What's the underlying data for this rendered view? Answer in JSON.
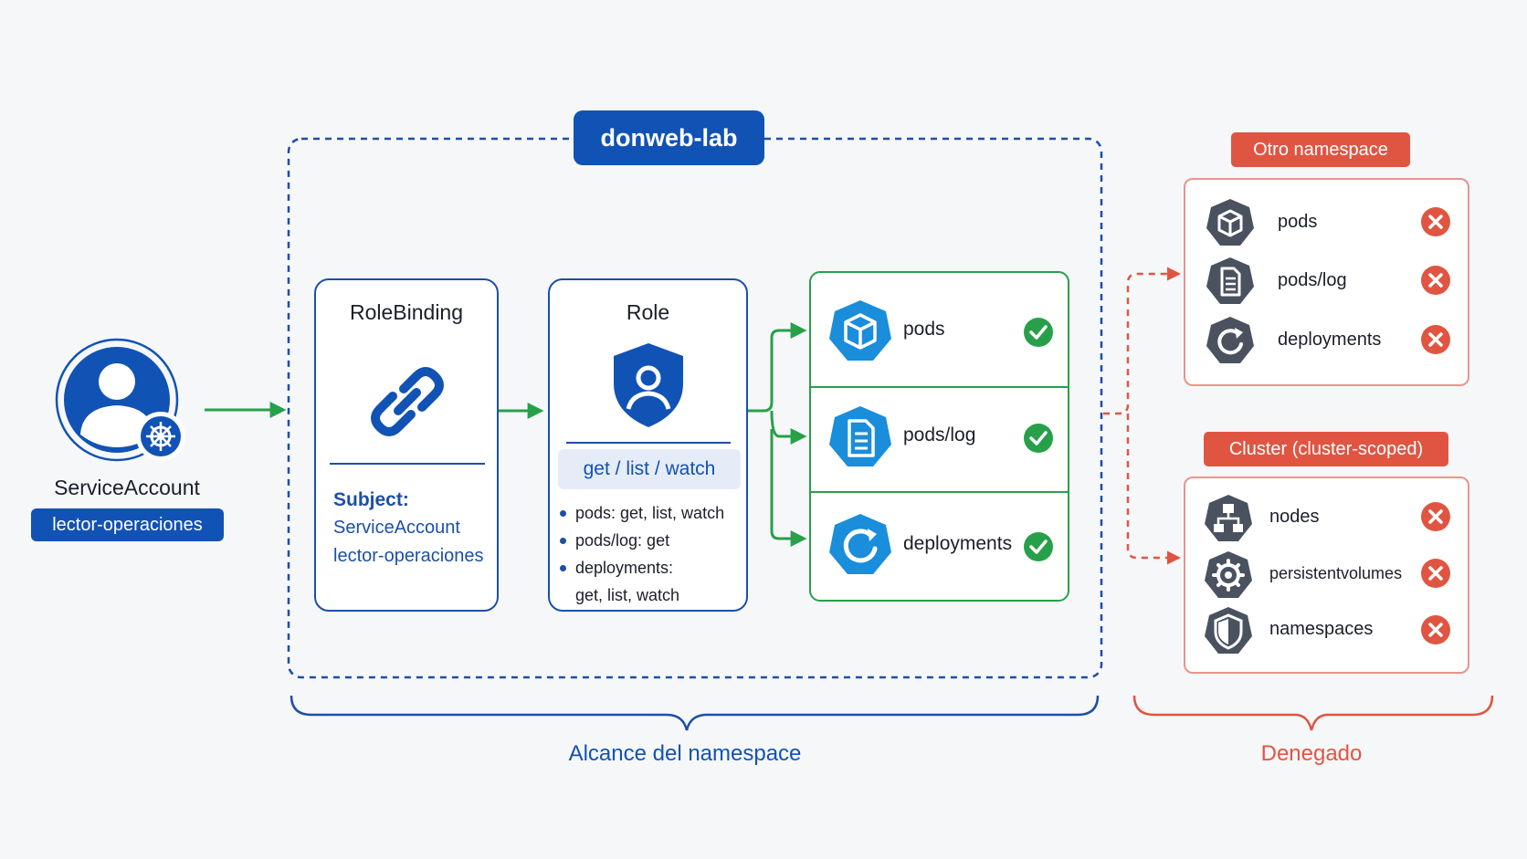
{
  "namespace": {
    "label": "donweb-lab"
  },
  "service_account": {
    "title": "ServiceAccount",
    "name": "lector-operaciones"
  },
  "role_binding": {
    "title": "RoleBinding",
    "subject_label": "Subject:",
    "subject_kind": "ServiceAccount",
    "subject_name": "lector-operaciones"
  },
  "role": {
    "title": "Role",
    "verbs": "get / list / watch",
    "rules": [
      "pods: get, list, watch",
      "pods/log: get",
      "deployments:"
    ],
    "rules_cont": "get, list, watch"
  },
  "allowed_resources": [
    {
      "name": "pods",
      "icon": "cube-icon"
    },
    {
      "name": "pods/log",
      "icon": "document-icon"
    },
    {
      "name": "deployments",
      "icon": "refresh-icon"
    }
  ],
  "other_namespace": {
    "title": "Otro namespace",
    "items": [
      {
        "name": "pods",
        "icon": "cube-icon"
      },
      {
        "name": "pods/log",
        "icon": "document-icon"
      },
      {
        "name": "deployments",
        "icon": "refresh-icon"
      }
    ]
  },
  "cluster_scoped": {
    "title": "Cluster (cluster-scoped)",
    "items": [
      {
        "name": "nodes",
        "icon": "hierarchy-icon"
      },
      {
        "name": "persistentvolumes",
        "icon": "gear-icon"
      },
      {
        "name": "namespaces",
        "icon": "shield-icon"
      }
    ]
  },
  "footer": {
    "namespace_scope": "Alcance del namespace",
    "denied": "Denegado"
  },
  "colors": {
    "primary_blue": "#1152b5",
    "allowed_green": "#27a04a",
    "denied_red": "#e05542",
    "resource_blue": "#1a8ddb",
    "icon_gray": "#4a5260"
  }
}
